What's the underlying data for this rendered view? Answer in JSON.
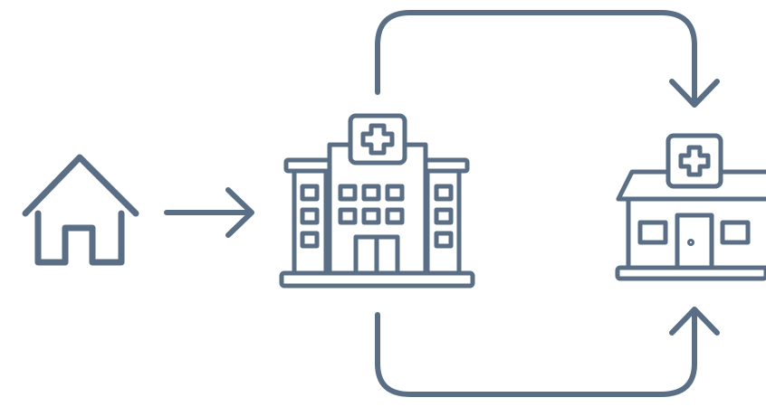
{
  "colors": {
    "stroke": "#5a6f86",
    "background": "#ffffff",
    "fill": "#ffffff"
  },
  "nodes": [
    {
      "id": "home",
      "icon": "house-icon"
    },
    {
      "id": "hospital",
      "icon": "hospital-building-icon"
    },
    {
      "id": "clinic",
      "icon": "clinic-building-icon"
    }
  ],
  "edges": [
    {
      "from": "home",
      "to": "hospital",
      "style": "straight-arrow"
    },
    {
      "from": "hospital",
      "to": "clinic",
      "style": "arc-over-top-arrow"
    },
    {
      "from": "hospital",
      "to": "clinic",
      "style": "arc-under-bottom-arrow"
    }
  ]
}
